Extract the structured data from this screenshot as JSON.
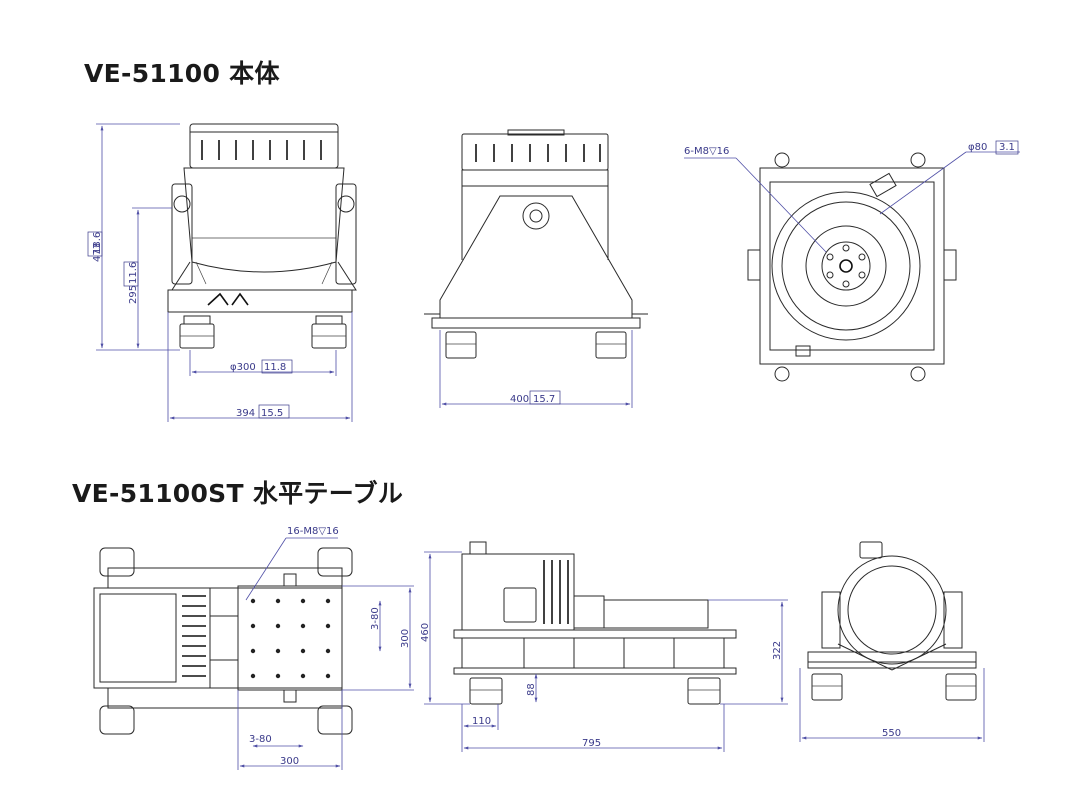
{
  "titles": {
    "body": "VE-51100 本体",
    "table": "VE-51100ST 水平テーブル"
  },
  "dims_body": {
    "height": "473",
    "height_in": "18.6",
    "mid_height": "295",
    "mid_height_in": "11.6",
    "dia_prefix": "φ300",
    "dia_in": "11.8",
    "width": "394",
    "width_in": "15.5",
    "depth": "400",
    "depth_in": "15.7",
    "tap": "6-M8▽16",
    "pcd": "φ80",
    "pcd_in": "3.1"
  },
  "dims_table": {
    "tap": "16-M8▽16",
    "pitch_v": "3-80",
    "side_v": "300",
    "pitch_h": "3-80",
    "side_h": "300",
    "height": "460",
    "table_height": "322",
    "foot_h": "88",
    "offset": "110",
    "length": "795",
    "width": "550"
  }
}
